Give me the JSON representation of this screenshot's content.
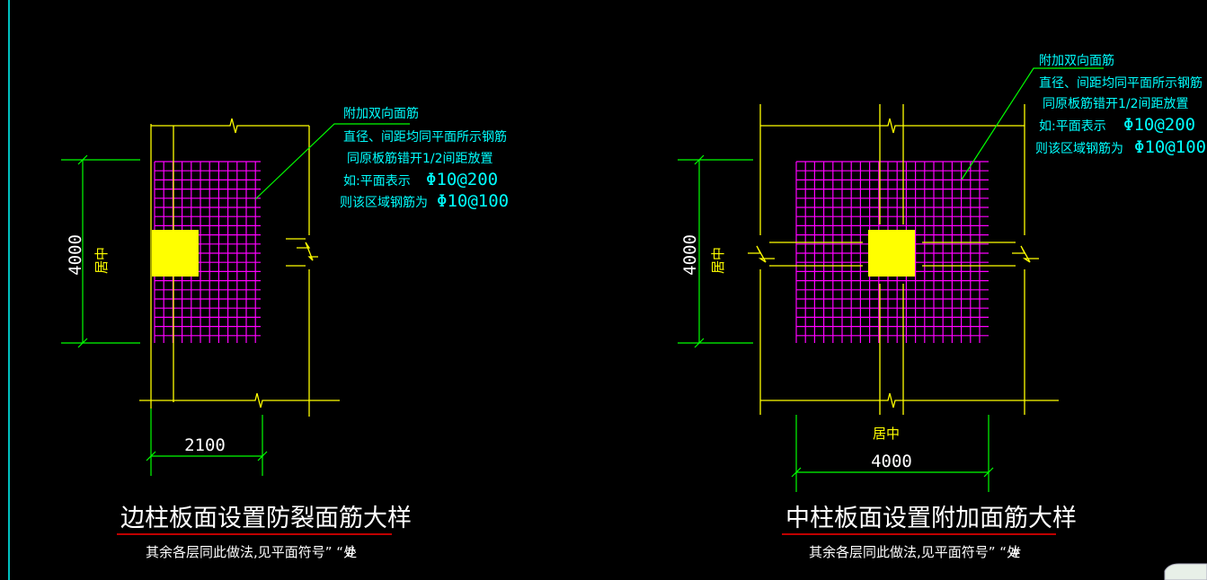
{
  "colors": {
    "background": "#000000",
    "structure": "#ffff00",
    "dimension": "#00ff00",
    "rebar": "#ff00ff",
    "column_fill": "#ffff00",
    "leader": "#00ff00",
    "note": "#00ffff",
    "title": "#ffffff",
    "title_rule": "#ff0000",
    "border": "#00ffff"
  },
  "left_detail": {
    "title": "边柱板面设置防裂面筋大样",
    "subtitle": "其余各层同此做法,见平面符号” “处",
    "subtitle_mark": "#",
    "dim_vertical": "4000",
    "dim_vertical_note": "居中",
    "dim_horizontal": "2100",
    "note_lines": [
      "附加双向面筋",
      "直径、间距均同平面所示钢筋",
      "同原板筋错开1/2间距放置",
      "如:平面表示",
      "则该区域钢筋为"
    ],
    "note_values": [
      "Φ10@200",
      "Φ10@100"
    ]
  },
  "right_detail": {
    "title": "中柱板面设置附加面筋大样",
    "subtitle": "其余各层同此做法,见平面符号” “处",
    "subtitle_mark": "#",
    "dim_vertical": "4000",
    "dim_vertical_note": "居中",
    "dim_horizontal": "4000",
    "dim_horizontal_note": "居中",
    "note_lines": [
      "附加双向面筋",
      "直径、间距均同平面所示钢筋",
      "同原板筋错开1/2间距放置",
      "如:平面表示",
      "则该区域钢筋为"
    ],
    "note_values": [
      "Φ10@200",
      "Φ10@100"
    ]
  }
}
